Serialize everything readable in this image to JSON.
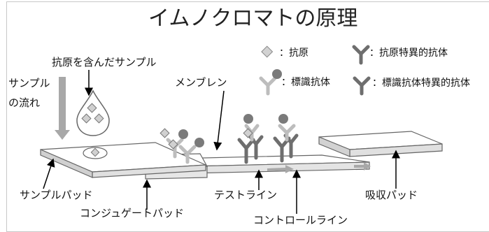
{
  "title": "イムノクロマトの原理",
  "legend": {
    "antigen": "：抗原",
    "specific_antibody": "：抗原特異的抗体",
    "labeled_antibody": "：標識抗体",
    "labeled_specific_antibody": "：標識抗体特異的抗体"
  },
  "labels": {
    "sample_with_antigen": "抗原を含んだサンプル",
    "sample_flow_line1": "サンプル",
    "sample_flow_line2": "の流れ",
    "membrane": "メンブレン",
    "sample_pad": "サンプルパッド",
    "conjugate_pad": "コンジュゲートパッド",
    "test_line": "テストライン",
    "control_line": "コントロールライン",
    "absorbent_pad": "吸収パッド"
  },
  "colors": {
    "antigen": "#cfcfcf",
    "specific_antibody": "#707070",
    "labeled_antibody": "#b8b8b8",
    "label_dot": "#7a7a7a",
    "arrow": "#a8a8a8"
  }
}
